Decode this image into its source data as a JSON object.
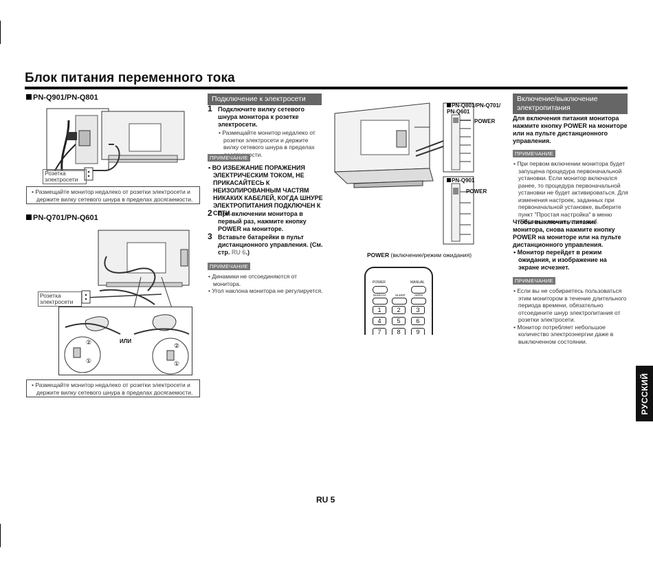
{
  "page": {
    "title": "Блок питания переменного тока",
    "page_number": "RU 5",
    "language_tab": "РУССКИЙ"
  },
  "left": {
    "model_a": "PN-Q901/PN-Q801",
    "outlet_label_a": "Розетка электросети",
    "caution_a": "• Размещайте монитор недалеко от розетки электросети и держите вилку сетевого шнура в пределах досягаемости.",
    "model_b": "PN-Q701/PN-Q601",
    "outlet_label_b": "Розетка электросети",
    "or_label": "ИЛИ",
    "caution_b": "• Размещайте монитор недалеко от розетки электросети и держите вилку сетевого шнура в пределах досягаемости."
  },
  "connection": {
    "heading": "Подключение к электросети",
    "step1": {
      "num": "1",
      "text": "Подключите вилку сетевого шнура монитора к розетке электросети.",
      "sub": "• Размещайте монитор недалеко от розетки электросети и держите вилку сетевого шнура в пределах досягаемости."
    },
    "note1_label": "ПРИМЕЧАНИЕ",
    "note1_text": "• ВО ИЗБЕЖАНИЕ ПОРАЖЕНИЯ ЭЛЕКТРИЧЕСКИМ ТОКОМ, НЕ ПРИКАСАЙТЕСЬ К НЕИЗОЛИРОВАННЫМ ЧАСТЯМ НИКАКИХ КАБЕЛЕЙ, КОГДА ШНУРЕ ЭЛЕКТРОПИТАНИЯ ПОДКЛЮЧЕН К СЕТИ.",
    "step2": {
      "num": "2",
      "text_a": "При включении монитора в первый раз, нажмите кнопку ",
      "text_b": "POWER",
      "text_c": " на мониторе."
    },
    "step3": {
      "num": "3",
      "text_a": "Вставьте батарейки в пульт дистанционного управления. (См. стр. ",
      "text_b": "RU 6",
      "text_c": ".)"
    },
    "note2_label": "ПРИМЕЧАНИЕ",
    "note2_items": [
      "• Динамики не отсоединяются от монитора.",
      "• Угол наклона монитора не регулируется."
    ]
  },
  "middle": {
    "label_models_top": "PN-Q801/PN-Q701/ PN-Q601",
    "label_power_top": "POWER",
    "label_model_bottom": "PN-Q901",
    "label_power_bottom": "POWER",
    "remote_caption_a": "POWER",
    "remote_caption_b": " (включение/режим ожидания)",
    "remote_buttons": {
      "power": "POWER",
      "manual": "MANUAL",
      "display": "DISPLAY",
      "sleep": "SLEEP",
      "apps": "APPS",
      "keys": [
        "1",
        "2",
        "3",
        "4",
        "5",
        "6",
        "7",
        "8",
        "9"
      ]
    }
  },
  "onoff": {
    "heading": "Включение/выключение электропитания",
    "intro_a": "Для включения питания монитора нажмите кнопку ",
    "intro_b": "POWER",
    "intro_c": " на мониторе или на пульте дистанционного управления.",
    "note1_label": "ПРИМЕЧАНИЕ",
    "note1_items": [
      "• При первом включении монитора будет запущена процедура первоначальной установки. Если монитор включался ранее, то процедура первоначальной установки не будет активироваться. Для изменения настроек, заданных при первоначальной установке, выберите пункт \"Простая настройка\" в меню \"Первоначальная установка\"."
    ],
    "off_a": "Чтобы выключить питание монитора, снова нажмите кнопку ",
    "off_b": "POWER",
    "off_c": " на мониторе или на пульте дистанционного управления.",
    "off_bullet": "• Монитор перейдет в режим ожидания, и изображение на экране исчезнет.",
    "note2_label": "ПРИМЕЧАНИЕ",
    "note2_items": [
      "• Если вы не собираетесь пользоваться этим монитором в течение длительного периода времени, обязательно отсоедините шнур электропитания от розетки электросети.",
      "• Монитор потребляет небольшое количество электроэнергии даже в выключенном состоянии."
    ]
  }
}
